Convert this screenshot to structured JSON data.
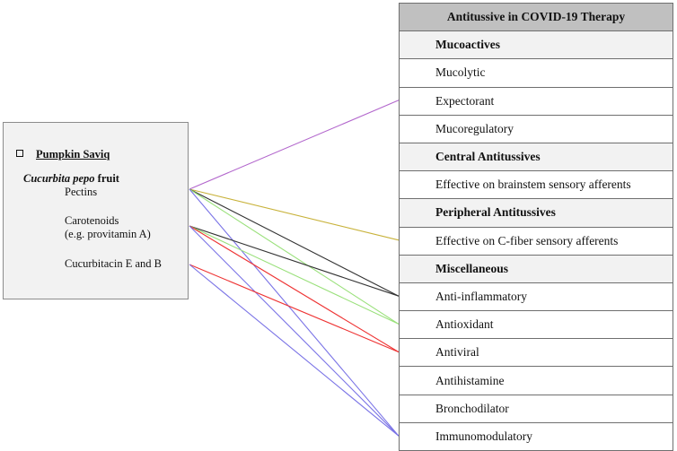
{
  "left_panel": {
    "title": "Pumpkin Saviq",
    "fruit_scientific": "Cucurbita pepo",
    "fruit_word": "fruit",
    "components": [
      {
        "label": "Pectins"
      },
      {
        "label": "Carotenoids\n(e.g. provitamin A)"
      },
      {
        "label": "Cucurbitacin E and B"
      }
    ]
  },
  "table": {
    "header": "Antitussive in COVID-19 Therapy",
    "rows": [
      {
        "label": "Mucoactives",
        "kind": "category"
      },
      {
        "label": "Mucolytic",
        "kind": "item"
      },
      {
        "label": "Expectorant",
        "kind": "item"
      },
      {
        "label": "Mucoregulatory",
        "kind": "item"
      },
      {
        "label": "Central Antitussives",
        "kind": "category"
      },
      {
        "label": "Effective on brainstem sensory afferents",
        "kind": "item"
      },
      {
        "label": "Peripheral Antitussives",
        "kind": "category"
      },
      {
        "label": "Effective on C-fiber sensory afferents",
        "kind": "item"
      },
      {
        "label": "Miscellaneous",
        "kind": "category"
      },
      {
        "label": "Anti-inflammatory",
        "kind": "item"
      },
      {
        "label": "Antioxidant",
        "kind": "item"
      },
      {
        "label": "Antiviral",
        "kind": "item"
      },
      {
        "label": "Antihistamine",
        "kind": "item"
      },
      {
        "label": "Bronchodilator",
        "kind": "item"
      },
      {
        "label": "Immunomodulatory",
        "kind": "item"
      }
    ]
  },
  "connections": [
    {
      "from": "Pectins",
      "to": "Expectorant",
      "color": "#b266cc"
    },
    {
      "from": "Pectins",
      "to": "Effective on C-fiber sensory afferents",
      "color": "#c8b23a"
    },
    {
      "from": "Pectins",
      "to": "Anti-inflammatory",
      "color": "#333333"
    },
    {
      "from": "Pectins",
      "to": "Antioxidant",
      "color": "#99e07a"
    },
    {
      "from": "Pectins",
      "to": "Immunomodulatory",
      "color": "#7a73e6"
    },
    {
      "from": "Carotenoids",
      "to": "Anti-inflammatory",
      "color": "#333333"
    },
    {
      "from": "Carotenoids",
      "to": "Antioxidant",
      "color": "#99e07a"
    },
    {
      "from": "Carotenoids",
      "to": "Antiviral",
      "color": "#ee3333"
    },
    {
      "from": "Carotenoids",
      "to": "Immunomodulatory",
      "color": "#7a73e6"
    },
    {
      "from": "Cucurbitacin E and B",
      "to": "Antiviral",
      "color": "#ee3333"
    },
    {
      "from": "Cucurbitacin E and B",
      "to": "Immunomodulatory",
      "color": "#7a73e6"
    }
  ]
}
